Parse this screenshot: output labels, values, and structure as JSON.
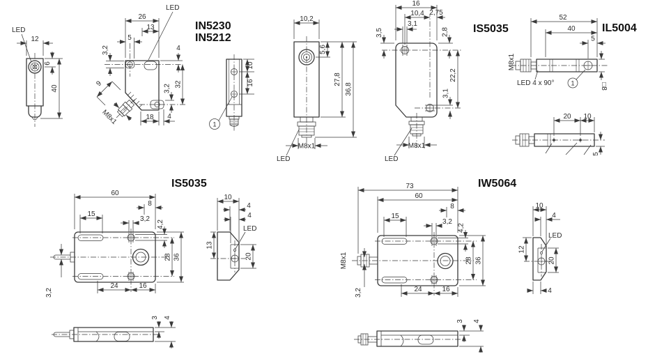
{
  "colors": {
    "line": "#3a3a3a",
    "text": "#2b2b2b",
    "title": "#111111",
    "background": "#ffffff"
  },
  "titles": {
    "in_a": "IN5230",
    "in_b": "IN5212",
    "is_top": "IS5035",
    "il": "IL5004",
    "is_bottom": "IS5035",
    "iw": "IW5064"
  },
  "in_front": {
    "led": "LED",
    "w": "12",
    "d6": "6",
    "h": "40"
  },
  "in_side": {
    "led": "LED",
    "d26": "26",
    "d13": "13",
    "d5": "5",
    "d32a": "3,2",
    "d4a": "4",
    "d32": "32",
    "d32b": "3,2",
    "d18": "18",
    "d4b": "4",
    "d9": "9",
    "thread": "M8x1"
  },
  "in_rear": {
    "d10": "10",
    "d16": "16",
    "note": "1"
  },
  "in_front2": {
    "w": "10,2",
    "d56": "5,6",
    "d278": "27,8",
    "d368": "36,8",
    "thread": "M8x1",
    "led": "LED"
  },
  "is_front": {
    "d16": "16",
    "d104": "10,4",
    "d275": "2,75",
    "d31a": "3,1",
    "d35": "3,5",
    "d28": "2,8",
    "d222": "22,2",
    "d31b": "3,1",
    "thread": "M8x1",
    "led": "LED"
  },
  "il_side": {
    "d52": "52",
    "d40": "40",
    "d5": "5",
    "thread": "M8x1",
    "led": "LED 4 x 90°",
    "note": "1",
    "sq": "□8"
  },
  "il_bottom": {
    "d20": "20",
    "d10": "10",
    "d5": "5"
  },
  "is_plan": {
    "d60": "60",
    "d8": "8",
    "d15": "15",
    "d32a": "3,2",
    "d42": "4,2",
    "d28": "28",
    "d36": "36",
    "d24": "24",
    "d16": "16",
    "d32b": "3,2"
  },
  "is_profile": {
    "d10": "10",
    "d4a": "4",
    "d4b": "4",
    "d13": "13",
    "led": "LED",
    "d20": "20"
  },
  "is_bar": {
    "d3": "3",
    "d4": "4"
  },
  "iw_plan": {
    "d73": "73",
    "d60": "60",
    "d8": "8",
    "d15": "15",
    "d32a": "3,2",
    "d42": "4,2",
    "d28": "28",
    "d36": "36",
    "d24": "24",
    "d16": "16",
    "thread": "M8x1",
    "d32b": "3,2"
  },
  "iw_profile": {
    "d10": "10",
    "d4a": "4",
    "led": "LED",
    "d12": "12",
    "d20": "20",
    "d4b": "4"
  },
  "iw_bar": {
    "d3": "3",
    "d4": "4"
  }
}
